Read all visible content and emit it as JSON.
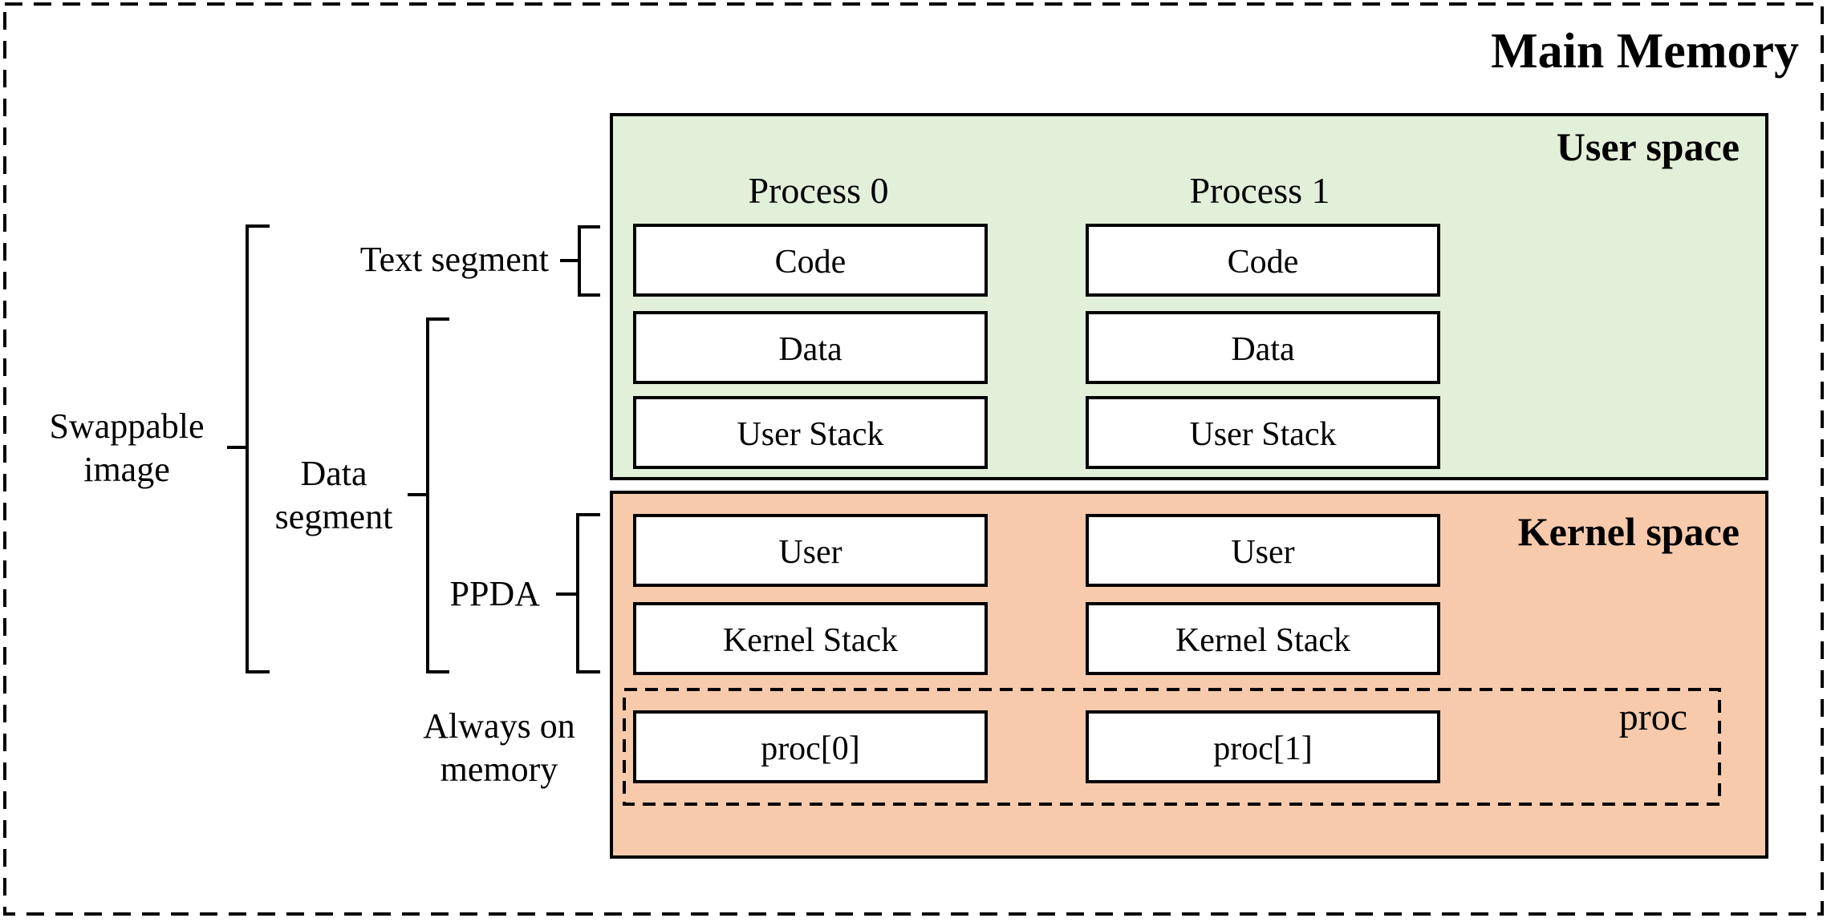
{
  "title": "Main Memory",
  "colors": {
    "user_space_fill": "#e2efd9",
    "kernel_space_fill": "#f7caac",
    "stroke": "#000000",
    "box_fill": "#ffffff"
  },
  "regions": {
    "user_space": "User space",
    "kernel_space": "Kernel space",
    "proc_group": "proc"
  },
  "processes": [
    {
      "header": "Process 0",
      "code": "Code",
      "data": "Data",
      "user_stack": "User Stack",
      "user": "User",
      "kernel_stack": "Kernel Stack",
      "proc": "proc[0]"
    },
    {
      "header": "Process 1",
      "code": "Code",
      "data": "Data",
      "user_stack": "User Stack",
      "user": "User",
      "kernel_stack": "Kernel Stack",
      "proc": "proc[1]"
    }
  ],
  "labels": {
    "text_segment": "Text segment",
    "data_segment_line1": "Data",
    "data_segment_line2": "segment",
    "swappable_line1": "Swappable",
    "swappable_line2": "image",
    "ppda": "PPDA",
    "always_line1": "Always on",
    "always_line2": "memory"
  }
}
